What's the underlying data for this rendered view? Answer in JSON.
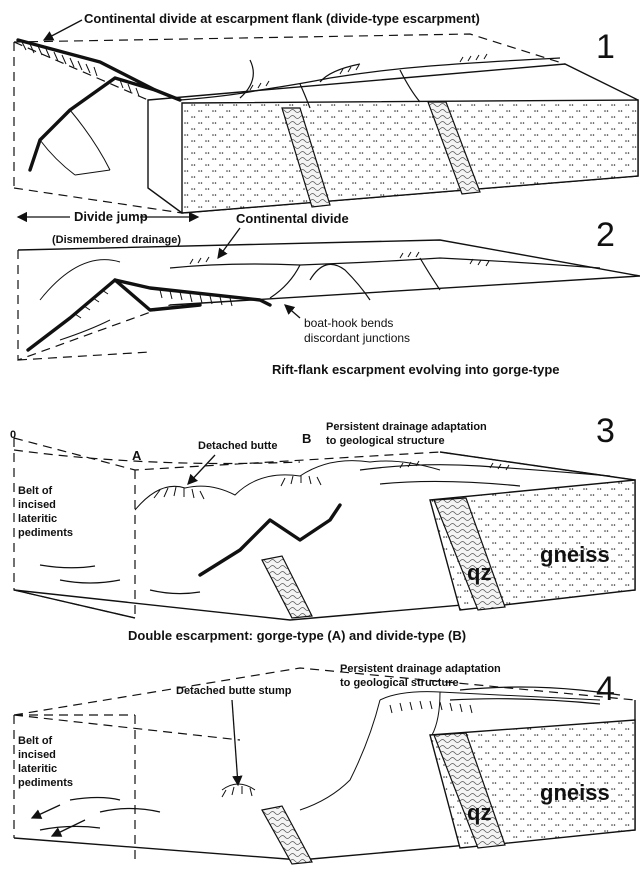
{
  "panels": [
    {
      "number": "1",
      "labels": {
        "top": "Continental divide at escarpment flank (divide-type escarpment)"
      }
    },
    {
      "number": "2",
      "labels": {
        "divide_jump": "Divide jump",
        "dismembered": "(Dismembered drainage)",
        "continental_divide": "Continental divide",
        "boat_hook_1": "boat-hook bends",
        "boat_hook_2": "discordant junctions",
        "caption": "Rift-flank escarpment evolving into gorge-type"
      }
    },
    {
      "number": "3",
      "labels": {
        "zero": "0",
        "A": "A",
        "B": "B",
        "detached_butte": "Detached butte",
        "persistent_1": "Persistent drainage adaptation",
        "persistent_2": "to geological structure",
        "belt_1": "Belt of",
        "belt_2": "incised",
        "belt_3": "lateritic",
        "belt_4": "pediments",
        "qz": "qz",
        "gneiss": "gneiss",
        "caption": "Double escarpment: gorge-type (A) and divide-type (B)"
      }
    },
    {
      "number": "4",
      "labels": {
        "detached_stump": "Detached butte stump",
        "persistent_1": "Persistent drainage adaptation",
        "persistent_2": "to geological structure",
        "belt_1": "Belt of",
        "belt_2": "incised",
        "belt_3": "lateritic",
        "belt_4": "pediments",
        "qz": "qz",
        "gneiss": "gneiss"
      }
    }
  ]
}
